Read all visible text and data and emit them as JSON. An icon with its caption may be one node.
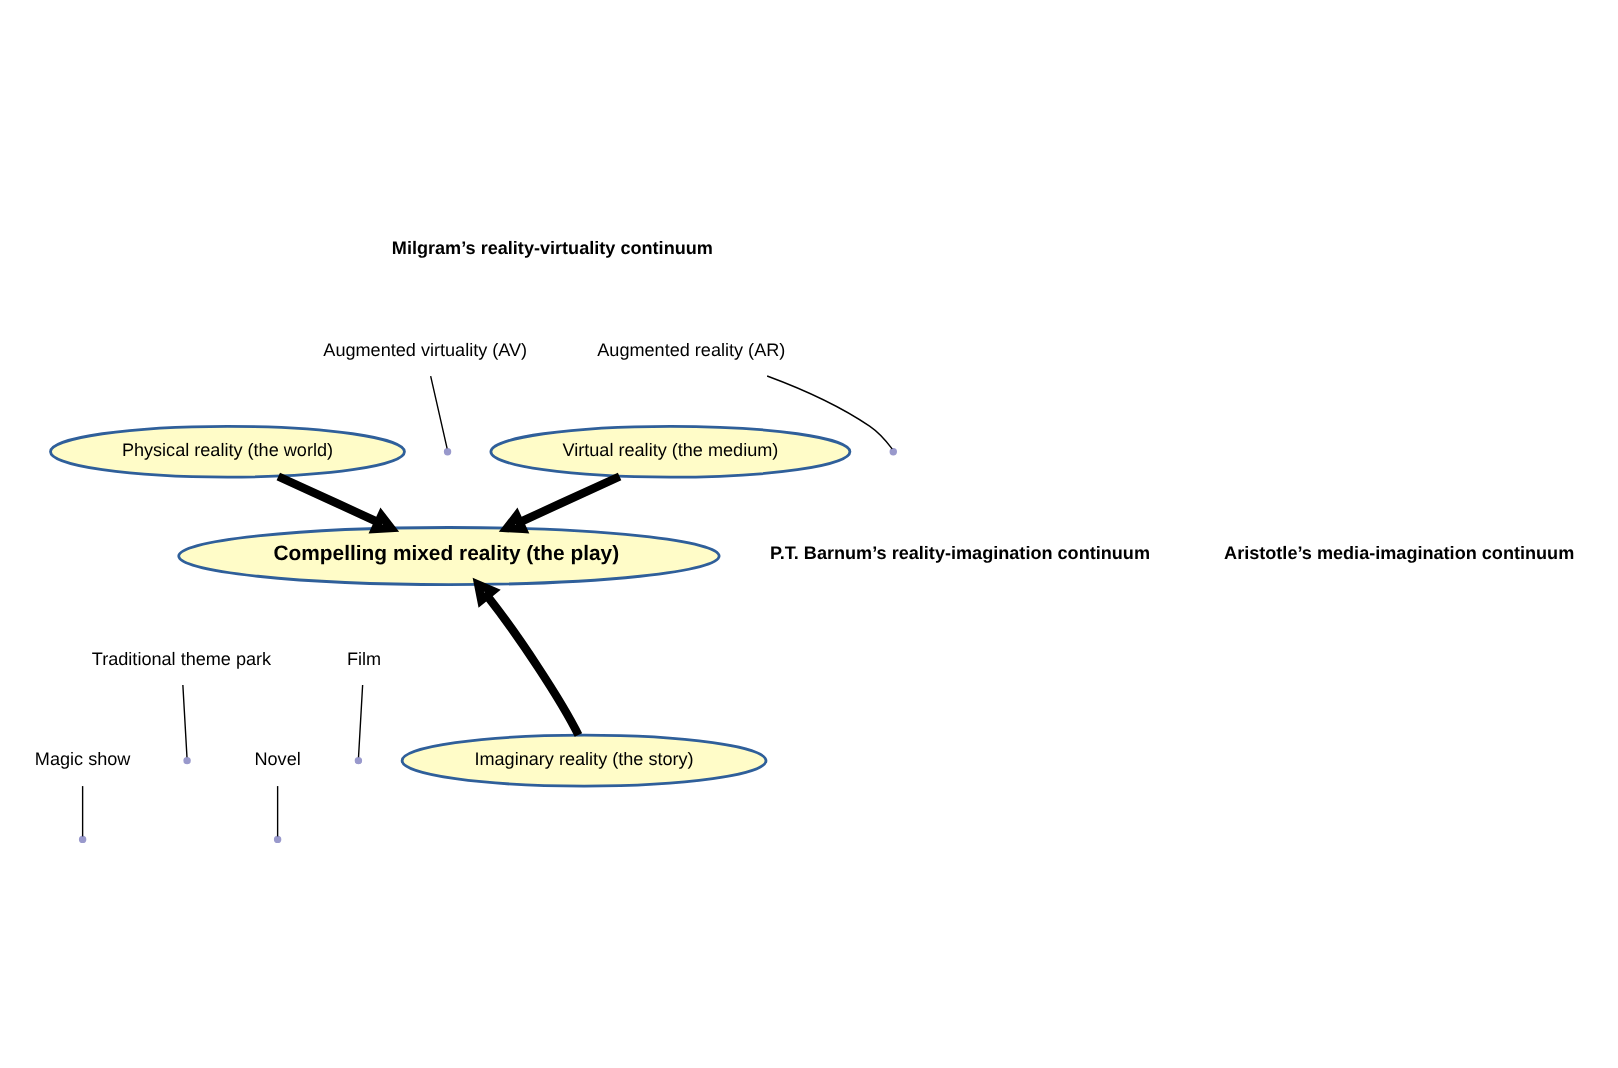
{
  "diagram": {
    "nodes": [
      {
        "text": [
          "Augmented virtuality (AV)"
        ]
      },
      {
        "text": [
          "Augmented reality (AR)"
        ]
      },
      {
        "text": [
          "Physical reality (the world)"
        ]
      },
      {
        "text": [
          "Virtual reality (the medium)"
        ]
      },
      {
        "text": [
          "Compelling mixed reality (the play)"
        ]
      },
      {
        "text": [
          "Traditional theme park"
        ]
      },
      {
        "text": [
          "Film"
        ]
      },
      {
        "text": [
          "Imaginary reality (the story)"
        ]
      },
      {
        "text": [
          "Novel"
        ]
      },
      {
        "text": [
          "Magic show"
        ]
      }
    ],
    "edges": [
      {
        "from": 0,
        "to": null,
        "arrow": "none"
      },
      {
        "from": 1,
        "to": null,
        "arrow": "none"
      },
      {
        "from": 2,
        "to": 4,
        "arrow": "to",
        "style": "thick"
      },
      {
        "from": 3,
        "to": 4,
        "arrow": "to",
        "style": "thick"
      },
      {
        "from": 7,
        "to": 4,
        "arrow": "to",
        "style": "thick"
      },
      {
        "from": 5,
        "to": null,
        "arrow": "none"
      },
      {
        "from": 6,
        "to": null,
        "arrow": "none"
      },
      {
        "from": 8,
        "to": null,
        "arrow": "none"
      },
      {
        "from": 9,
        "to": null,
        "arrow": "none"
      }
    ],
    "labels": [
      "Milgram’s reality-virtuality continuum",
      "P.T. Barnum’s reality-imagination continuum",
      "Aristotle’s media-imagination continuum"
    ]
  }
}
